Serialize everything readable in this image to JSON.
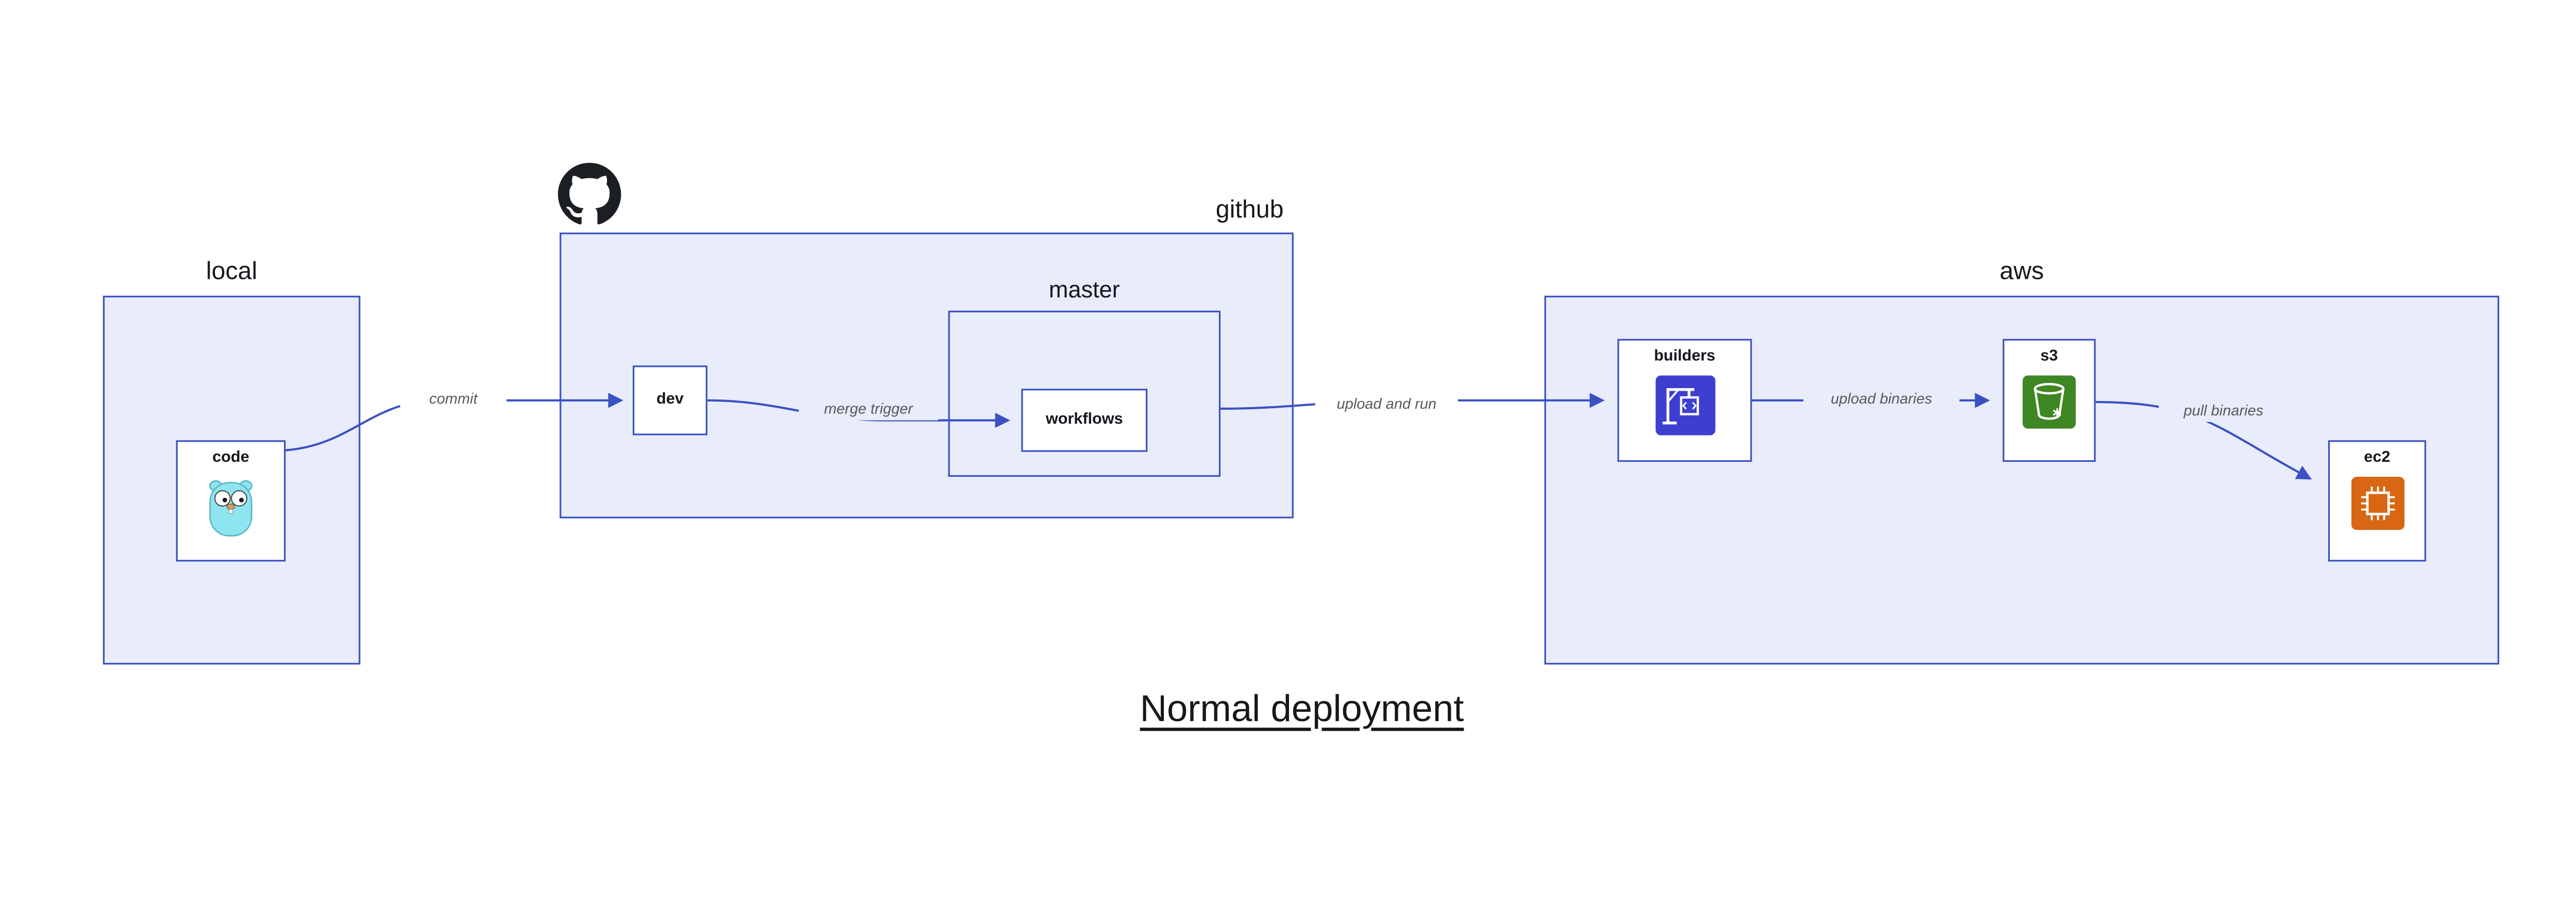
{
  "title": "Normal deployment",
  "containers": {
    "local": {
      "label": "local"
    },
    "github": {
      "label": "github"
    },
    "master": {
      "label": "master"
    },
    "aws": {
      "label": "aws"
    }
  },
  "nodes": {
    "code": {
      "label": "code",
      "icon": "go-gopher-icon"
    },
    "dev": {
      "label": "dev"
    },
    "workflows": {
      "label": "workflows"
    },
    "builders": {
      "label": "builders",
      "icon": "crane-codebuild-icon"
    },
    "s3": {
      "label": "s3",
      "icon": "s3-bucket-icon"
    },
    "ec2": {
      "label": "ec2",
      "icon": "ec2-chip-icon"
    }
  },
  "edges": [
    {
      "from": "code",
      "to": "dev",
      "label": "commit"
    },
    {
      "from": "dev",
      "to": "workflows",
      "label": "merge trigger"
    },
    {
      "from": "master",
      "to": "builders",
      "label": "upload and run"
    },
    {
      "from": "builders",
      "to": "s3",
      "label": "upload binaries"
    },
    {
      "from": "s3",
      "to": "ec2",
      "label": "pull binaries"
    }
  ],
  "icons": {
    "github_logo": "github-octocat-icon",
    "code_icon": "go-gopher-icon",
    "builders_icon": "crane-codebuild-icon",
    "s3_icon": "s3-bucket-icon",
    "ec2_icon": "ec2-chip-icon"
  },
  "colors": {
    "container_fill": "#e8ecfb",
    "stroke_blue": "#3b51c2",
    "edge_label": "#595959",
    "builders_icon_bg": "#3d3fd1",
    "s3_icon_bg": "#3f8624",
    "ec2_icon_bg": "#d86613",
    "gopher_body": "#8fe5ef",
    "github_mark": "#1b1f23"
  }
}
